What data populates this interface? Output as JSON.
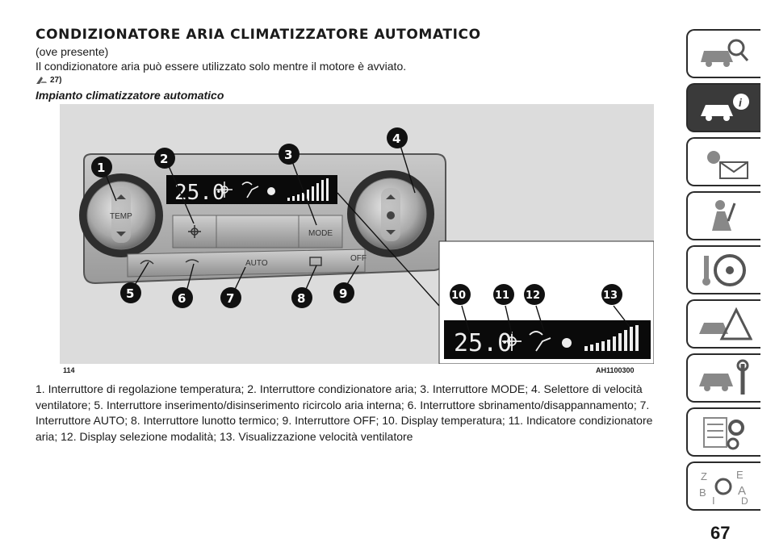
{
  "header": {
    "title": "CONDIZIONATORE ARIA CLIMATIZZATORE AUTOMATICO",
    "subtitle": "(ove presente)",
    "intro": "Il condizionatore aria può essere utilizzato solo mentre il motore è avviato.",
    "warning_ref": "27)"
  },
  "figure": {
    "caption": "Impianto climatizzatore automatico",
    "number": "114",
    "code": "AH1100300",
    "panel": {
      "temp_knob_label": "TEMP",
      "mode_label": "MODE",
      "auto_label": "AUTO",
      "off_label": "OFF",
      "display_temperature": "25.0"
    },
    "callouts": [
      "1",
      "2",
      "3",
      "4",
      "5",
      "6",
      "7",
      "8",
      "9",
      "10",
      "11",
      "12",
      "13"
    ]
  },
  "legend": "1. Interruttore di regolazione temperatura; 2. Interruttore condizionatore aria; 3. Interruttore MODE; 4. Selettore di velocità ventilatore; 5. Interruttore inserimento/disinserimento ricircolo aria interna; 6. Interruttore sbrinamento/disappannamento; 7. Interruttore AUTO; 8. Interruttore lunotto termico; 9. Interruttore OFF; 10. Display temperatura; 11. Indicatore condizionatore aria; 12. Display selezione modalità; 13. Visualizzazione velocità ventilatore",
  "sidebar": {
    "tabs": [
      {
        "icon": "car-search-icon",
        "active": false
      },
      {
        "icon": "car-info-icon",
        "active": true
      },
      {
        "icon": "warning-light-message-icon",
        "active": false
      },
      {
        "icon": "airbag-passenger-icon",
        "active": false
      },
      {
        "icon": "key-steering-wheel-icon",
        "active": false
      },
      {
        "icon": "car-breakdown-triangle-icon",
        "active": false
      },
      {
        "icon": "car-wrench-icon",
        "active": false
      },
      {
        "icon": "specs-gears-icon",
        "active": false
      },
      {
        "icon": "alphabetical-index-icon",
        "active": false
      }
    ]
  },
  "page_number": "67"
}
